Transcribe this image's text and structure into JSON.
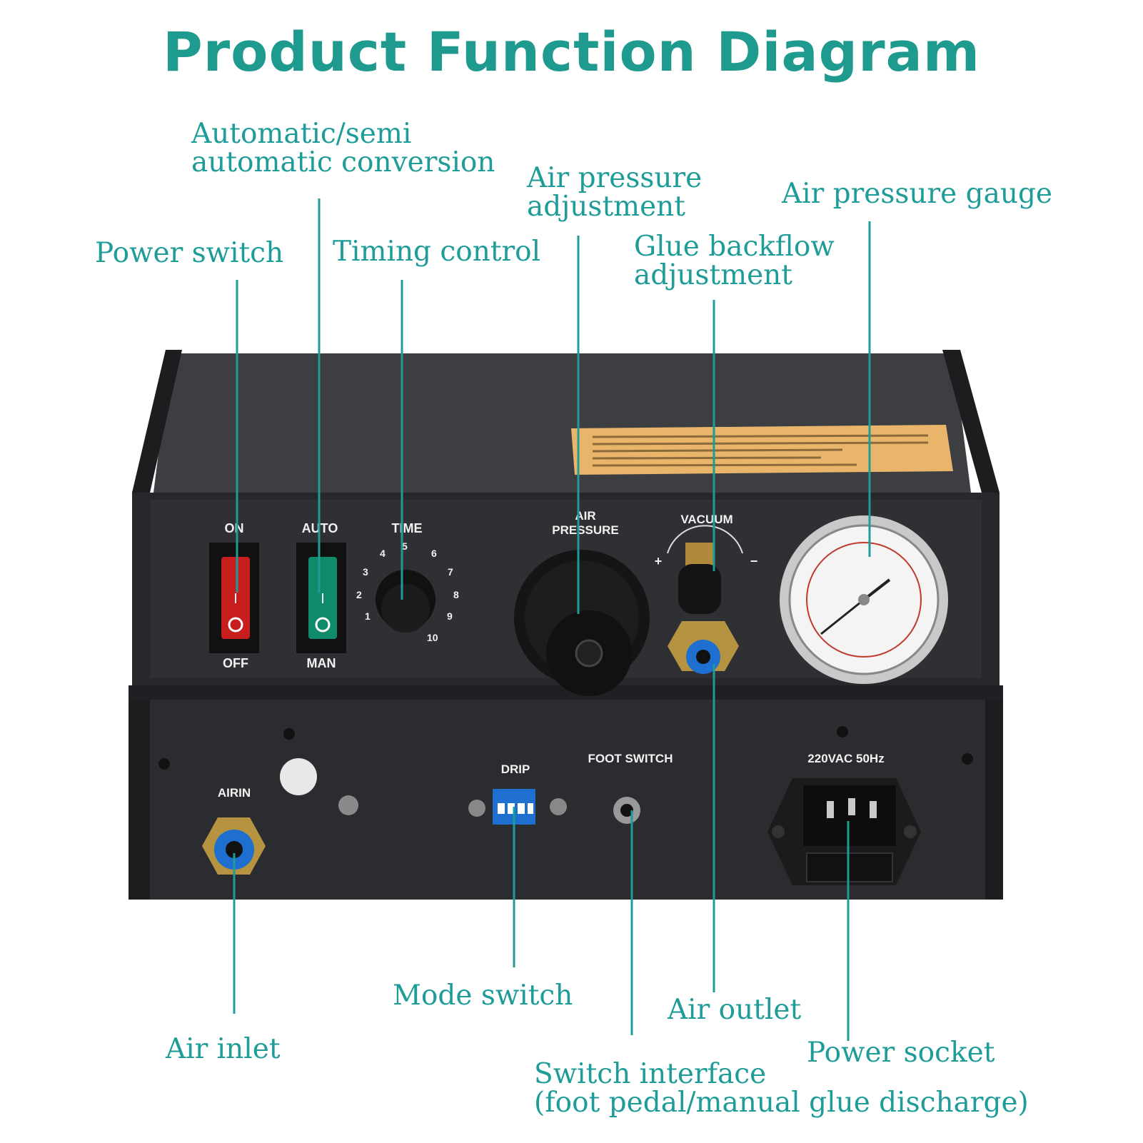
{
  "title": "Product Function Diagram",
  "callouts": {
    "auto_semi": [
      "Automatic/semi",
      "automatic conversion"
    ],
    "air_pressure_adj": [
      "Air pressure",
      "adjustment"
    ],
    "air_gauge": "Air pressure gauge",
    "power_switch": "Power switch",
    "timing": "Timing control",
    "glue_backflow": [
      "Glue backflow",
      "adjustment"
    ],
    "mode_switch": "Mode switch",
    "air_outlet": "Air outlet",
    "air_inlet": "Air inlet",
    "power_socket": "Power socket",
    "switch_interface": [
      "Switch interface",
      "(foot pedal/manual glue discharge)"
    ]
  },
  "panel": {
    "on": "ON",
    "off": "OFF",
    "auto": "AUTO",
    "man": "MAN",
    "time": "TIME",
    "air": "AIR",
    "pressure": "PRESSURE",
    "vacuum": "VACUUM",
    "plus": "+",
    "minus": "−",
    "airin": "AIRIN",
    "drip": "DRIP",
    "foot_switch": "FOOT SWITCH",
    "power_rating": "220VAC 50Hz",
    "dial": [
      "1",
      "2",
      "3",
      "4",
      "5",
      "6",
      "7",
      "8",
      "9",
      "10"
    ],
    "switch_on_mark": "I",
    "switch_off_mark": "O"
  },
  "colors": {
    "accent": "#1e9c98",
    "power_switch": "#c81d1d",
    "mode_switch": "#0f8a6a",
    "body": "#2b2d30",
    "label_sticker": "#e9b56b"
  }
}
